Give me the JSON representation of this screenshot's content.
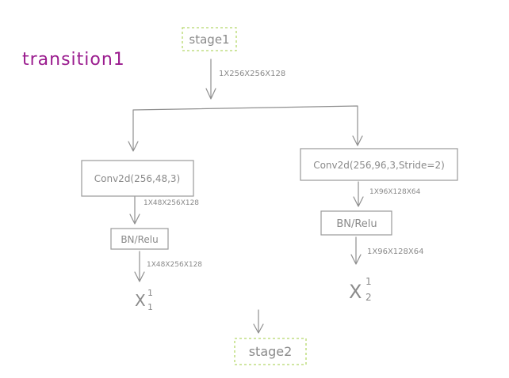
{
  "title": "transition1",
  "colors": {
    "title": "#9b1d8f",
    "ink": "#8a8a8a",
    "stage_border": "#b5d86a"
  },
  "nodes": {
    "stage1": "stage1",
    "input_shape": "1X256X256X128",
    "left_conv": "Conv2d(256,48,3)",
    "left_conv_shape": "1X48X256X128",
    "left_bn": "BN/Relu",
    "left_bn_shape": "1X48X256X128",
    "left_out": "X",
    "left_out_sup": "1",
    "left_out_sub": "1",
    "right_conv": "Conv2d(256,96,3,Stride=2)",
    "right_conv_shape": "1X96X128X64",
    "right_bn": "BN/Relu",
    "right_bn_shape": "1X96X128X64",
    "right_out": "X",
    "right_out_sup": "1",
    "right_out_sub": "2",
    "stage2": "stage2"
  }
}
